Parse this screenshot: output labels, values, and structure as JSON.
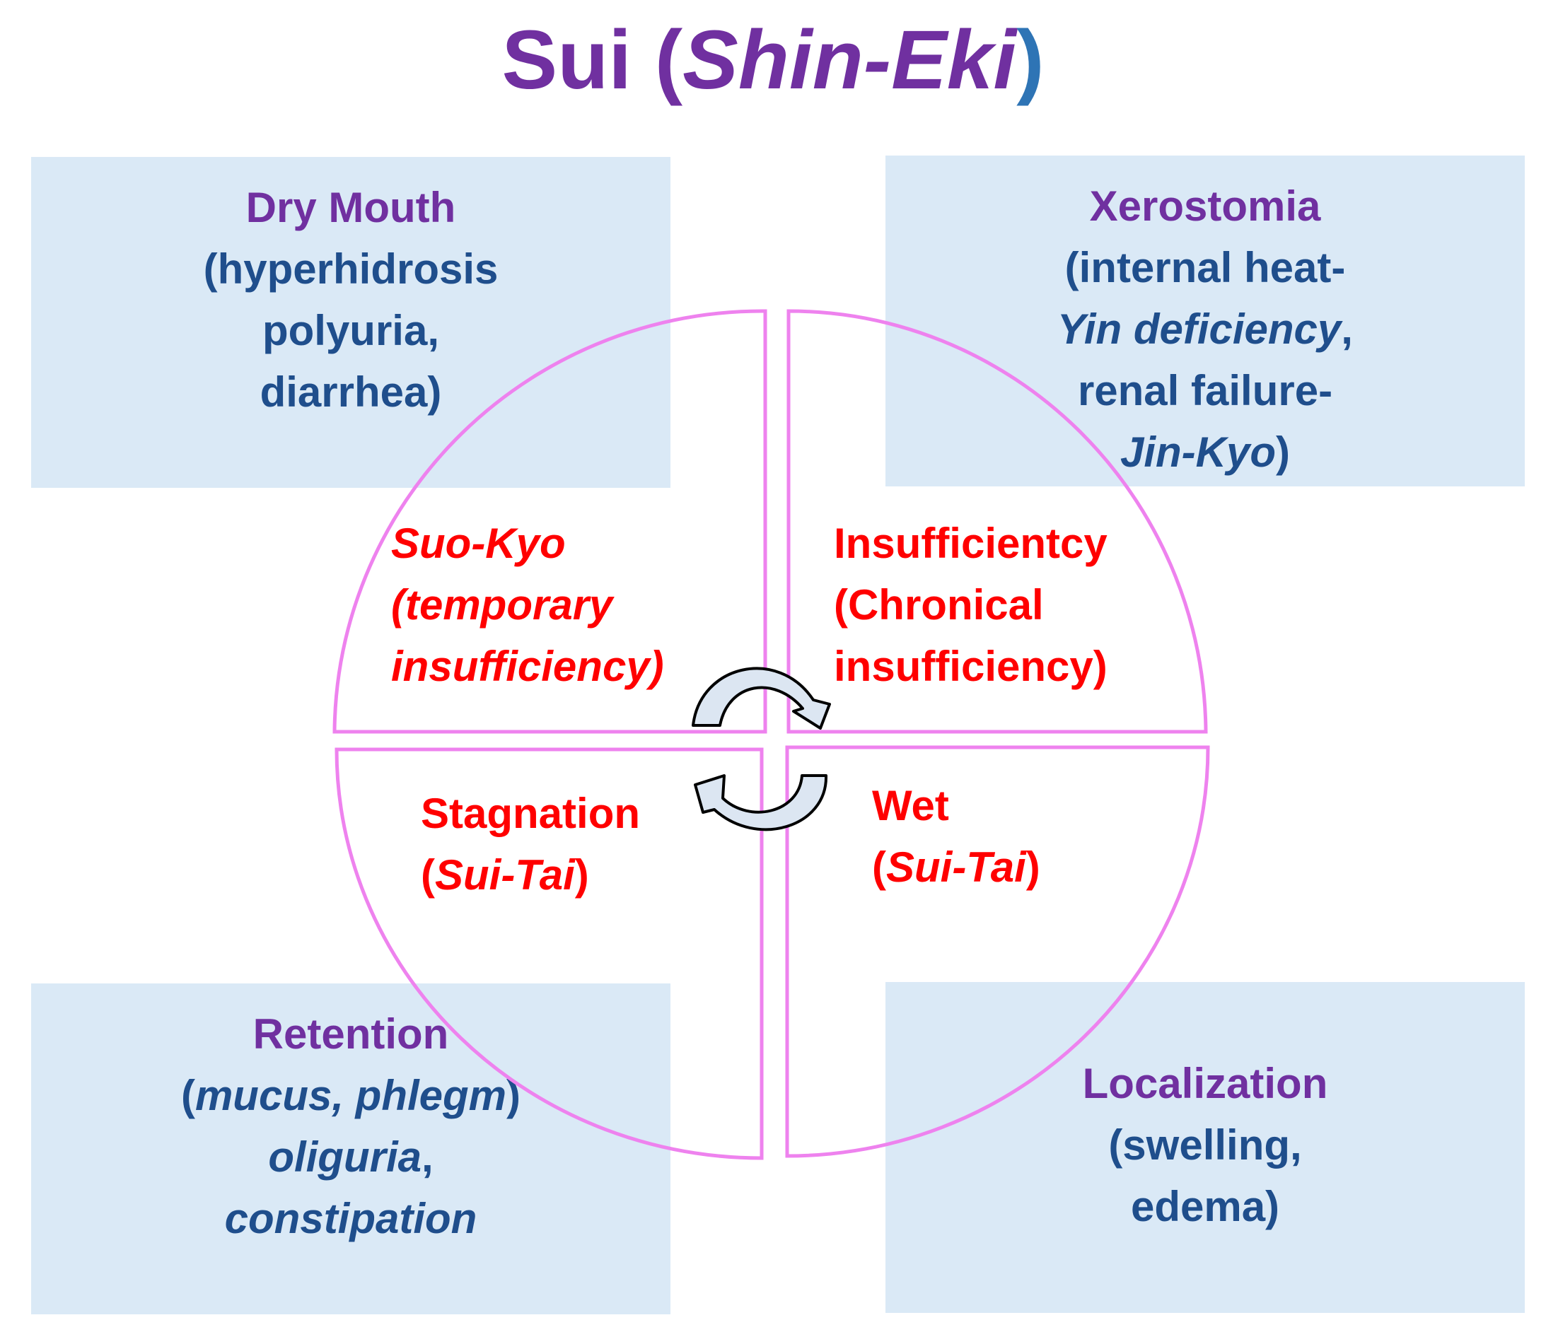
{
  "title": {
    "main": "Sui (",
    "italic": "Shin-Eki",
    "close": ")"
  },
  "boxes": {
    "top_left": {
      "heading": "Dry Mouth",
      "line1": "(hyperhidrosis",
      "line2": "polyuria,",
      "line3": "diarrhea)"
    },
    "top_right": {
      "heading": "Xerostomia",
      "line1": "(internal heat-",
      "line2_italic": "Yin deficiency",
      "line2_tail": ",",
      "line3": "renal failure-",
      "line4_italic": "Jin-Kyo",
      "line4_tail": ")"
    },
    "bottom_left": {
      "heading": "Retention",
      "line1_open": "(",
      "line1_italic": "mucus, phlegm",
      "line1_close": ")",
      "line2_italic": "oliguria",
      "line2_tail": ",",
      "line3_italic": "constipation"
    },
    "bottom_right": {
      "heading": "Localization",
      "line1": "(swelling,",
      "line2": "edema)"
    }
  },
  "quadrants": {
    "top_left": {
      "line1": "Suo-Kyo",
      "line2": "(temporary",
      "line3": "insufficiency)"
    },
    "top_right": {
      "line1": "Insufficientcy",
      "line2": "(Chronical",
      "line3": "insufficiency)"
    },
    "bottom_left": {
      "line1": "Stagnation",
      "line2_open": "(",
      "line2_italic": "Sui-Tai",
      "line2_close": ")"
    },
    "bottom_right": {
      "line1": "Wet",
      "line2_open": "(",
      "line2_italic": "Sui-Tai",
      "line2_close": ")"
    }
  },
  "colors": {
    "title": "#7030A0",
    "heading": "#7030A0",
    "body_text": "#1F4E8C",
    "quadrant_text": "#FF0000",
    "box_fill": "#DAE9F6",
    "circle_stroke": "#EE82EE",
    "arrow_fill": "#DCE6F2"
  }
}
